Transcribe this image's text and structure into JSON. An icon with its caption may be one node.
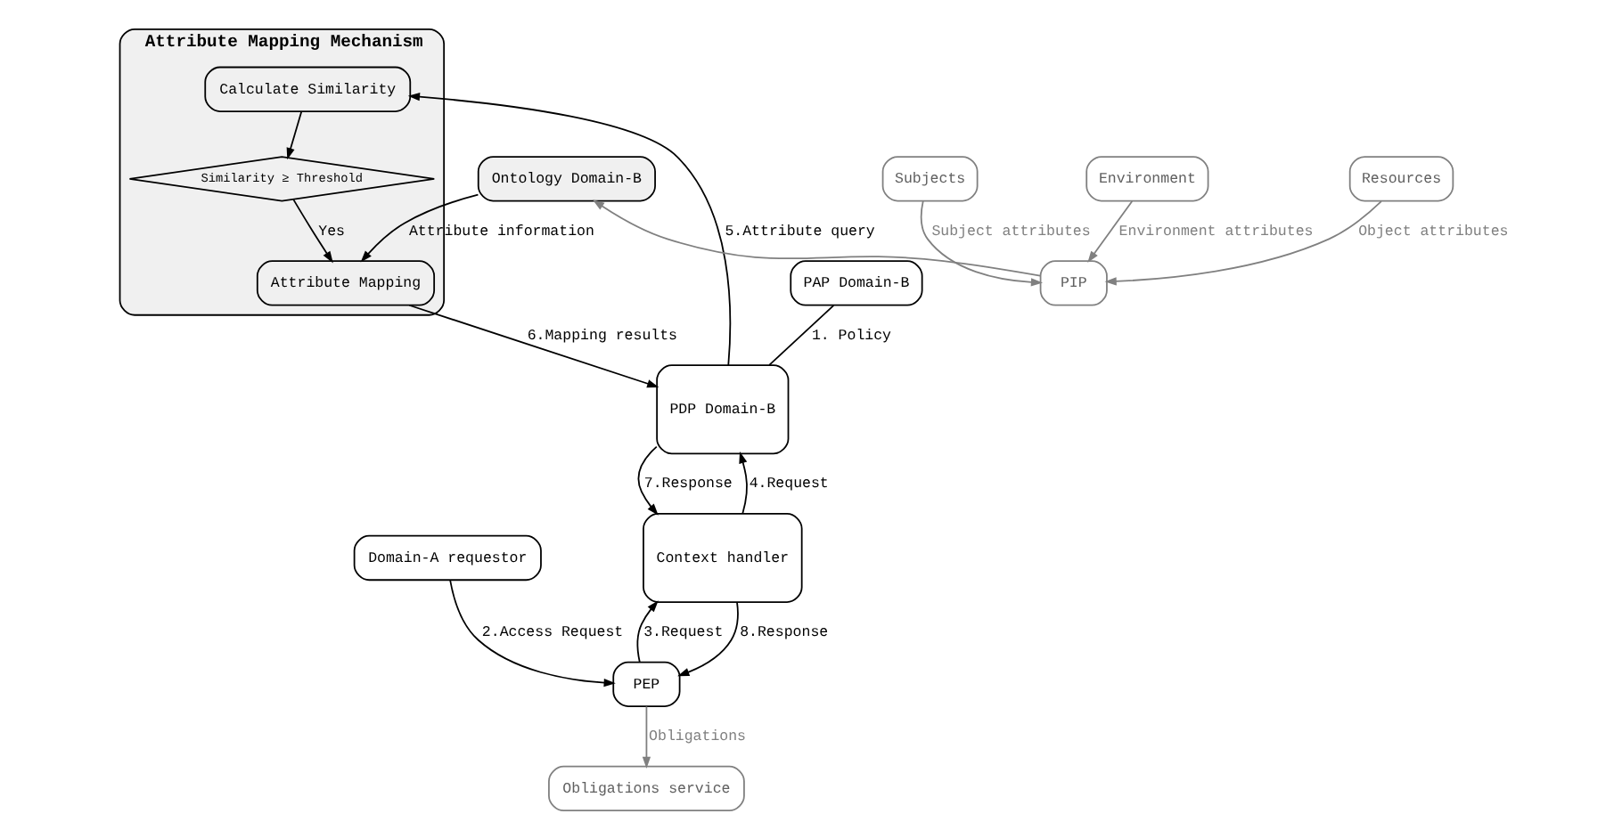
{
  "diagram": {
    "nodes": [
      {
        "text": [
          "Attribute Mapping Mechanism"
        ]
      },
      {
        "text": [
          "Calculate Similarity"
        ],
        "in": 0
      },
      {
        "text": [
          "Similarity ≥ Threshold"
        ],
        "in": 0
      },
      {
        "text": [
          "Attribute Mapping"
        ],
        "in": 0
      },
      {
        "text": [
          "Domain-A requestor"
        ]
      },
      {
        "text": [
          "PEP"
        ]
      },
      {
        "text": [
          "Obligations service"
        ]
      },
      {
        "text": [
          "PDP Domain-B"
        ]
      },
      {
        "text": [
          "Context handler"
        ]
      },
      {
        "text": [
          "PAP Domain-B"
        ]
      },
      {
        "text": [
          "Resources"
        ]
      },
      {
        "text": [
          "PIP"
        ]
      },
      {
        "text": [
          "Ontology Domain-B"
        ]
      },
      {
        "text": [
          "Subjects"
        ]
      },
      {
        "text": [
          "Environment"
        ]
      }
    ],
    "edges": [
      {
        "from": 4,
        "to": 5,
        "arrow": "to",
        "label": "2.Access Request"
      },
      {
        "from": 5,
        "to": 6,
        "arrow": "to",
        "label": "Obligations",
        "color": "#808080"
      },
      {
        "from": 5,
        "to": 8,
        "arrow": "to",
        "label": "3.Request"
      },
      {
        "from": 8,
        "to": 5,
        "arrow": "to",
        "label": "8.Response"
      },
      {
        "from": 8,
        "to": 7,
        "arrow": "to",
        "label": "4.Request"
      },
      {
        "from": 7,
        "to": 8,
        "arrow": "to",
        "label": "7.Response"
      },
      {
        "from": 7,
        "to": 1,
        "arrow": "to",
        "label": "5.Attribute query"
      },
      {
        "from": 3,
        "to": 7,
        "arrow": "to",
        "label": "6.Mapping results"
      },
      {
        "from": 1,
        "to": 2,
        "arrow": "to"
      },
      {
        "from": 2,
        "to": 3,
        "arrow": "to",
        "label": "Yes"
      },
      {
        "from": 9,
        "to": 7,
        "arrow": "none",
        "label": "1. Policy"
      },
      {
        "from": 12,
        "to": 3,
        "arrow": "to",
        "label": "Attribute information"
      },
      {
        "from": 11,
        "to": 12,
        "arrow": "to",
        "color": "#808080"
      },
      {
        "from": 10,
        "to": 11,
        "arrow": "to",
        "label": "Object attributes",
        "color": "#808080"
      },
      {
        "from": 14,
        "to": 11,
        "arrow": "to",
        "label": "Environment attributes",
        "color": "#808080"
      },
      {
        "from": 13,
        "to": 11,
        "arrow": "to",
        "label": "Subject attributes",
        "color": "#808080"
      }
    ]
  }
}
